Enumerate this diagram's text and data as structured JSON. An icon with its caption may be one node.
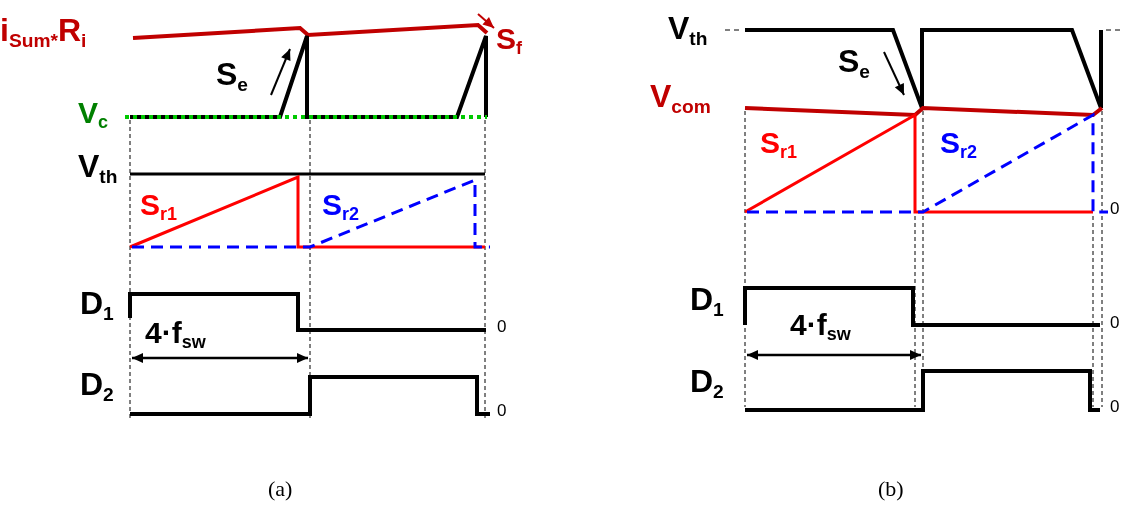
{
  "diagram": {
    "labels": [
      "i$_{Sum*}$R$_{i}$",
      "S$_{f}$",
      "S$_{e}$",
      "V$_{c}$",
      "V$_{th}$",
      "S$_{r1}$",
      "S$_{r2}$",
      "D$_{1}$",
      "4·f$_{sw}$",
      "0",
      "D$_{2}$",
      "0",
      "(a)",
      "V$_{th}$",
      "S$_{e}$",
      "V$_{com}$",
      "S$_{r1}$",
      "S$_{r2}$",
      "0",
      "D$_{1}$",
      "4·f$_{sw}$",
      "0",
      "D$_{2}$",
      "0",
      "(b)"
    ]
  }
}
